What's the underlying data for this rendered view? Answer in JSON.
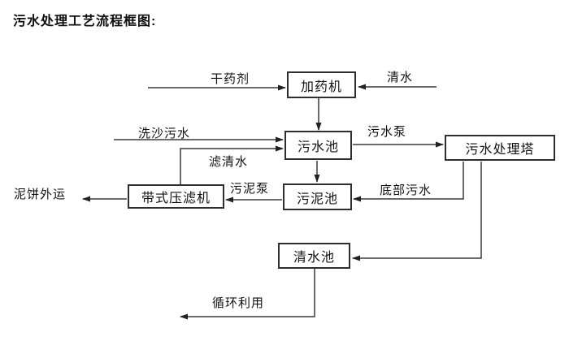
{
  "title": "污水处理工艺流程框图:",
  "colors": {
    "ink": "#111111",
    "line": "#3a3a3a",
    "background": "#ffffff"
  },
  "diagram": {
    "nodes": {
      "dosing_machine": "加药机",
      "sewage_pool": "污水池",
      "treatment_tower": "污水处理塔",
      "sludge_pool": "污泥池",
      "belt_filter_press": "带式压滤机",
      "clear_water_pool": "清水池"
    },
    "flow_labels": {
      "dry_chemical": "干药剂",
      "clear_water": "清水",
      "sand_washing_sewage": "洗沙污水",
      "sewage_pump": "污水泵",
      "filtered_water": "滤清水",
      "mud_cake_out": "泥饼外运",
      "sludge_pump": "污泥泵",
      "bottom_sewage": "底部污水",
      "recycling": "循环利用"
    }
  }
}
